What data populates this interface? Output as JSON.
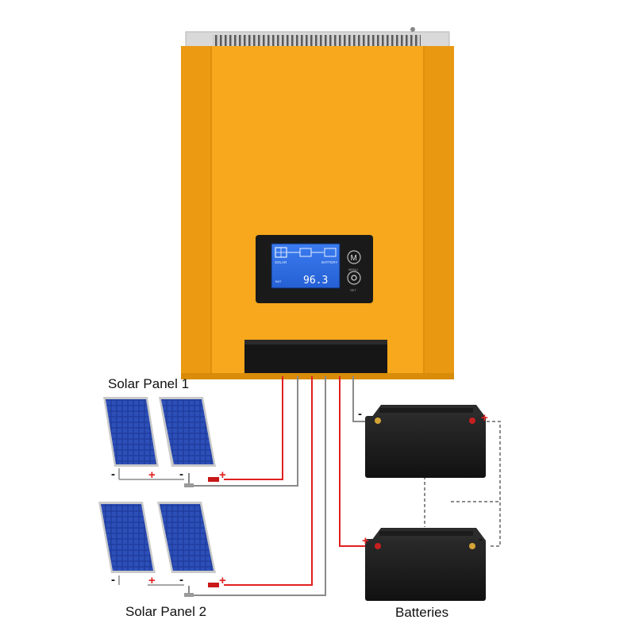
{
  "labels": {
    "solar_panel_1": "Solar Panel 1",
    "solar_panel_2": "Solar Panel 2",
    "batteries": "Batteries"
  },
  "lcd": {
    "reading": "96.3",
    "solar_tag": "SOLAR",
    "battery_tag": "BATTERY",
    "bat_tag": "BAT",
    "menu_button": "M",
    "menu_caption": "MENU",
    "set_caption": "SET"
  },
  "terminals": {
    "positive": "+",
    "negative": "-"
  },
  "colors": {
    "housing": "#f4a319",
    "housing_dark": "#d98c0a",
    "lcd_screen": "#2e6fe0",
    "panel_cell": "#1d2f8c",
    "positive_wire": "#e02020",
    "negative_wire": "#888888",
    "battery_body": "#1a1a1a"
  }
}
